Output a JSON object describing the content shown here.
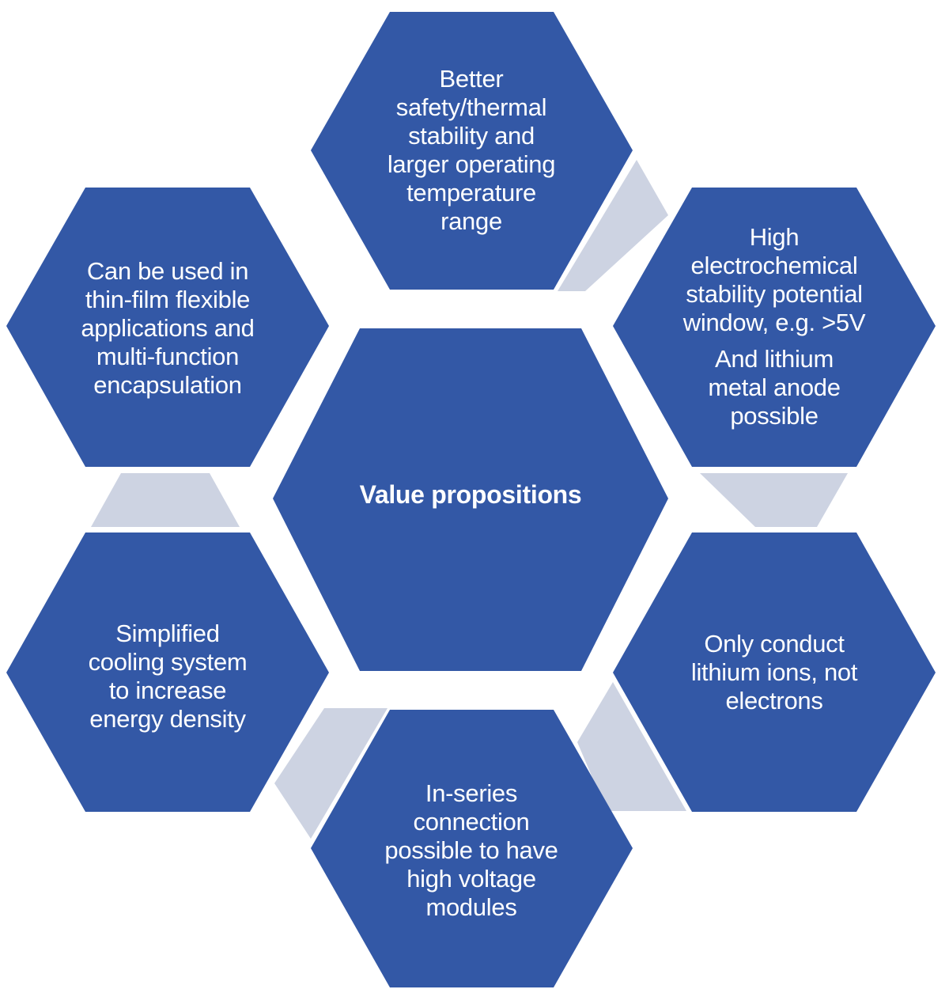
{
  "colors": {
    "hexagon_fill": "#3358a6",
    "connector_fill": "#cdd3e2",
    "text": "#ffffff"
  },
  "diagram": {
    "center": {
      "label": "Value propositions"
    },
    "hexagons": [
      {
        "id": "top",
        "paragraphs": [
          "Better\nsafety/thermal\nstability and\nlarger operating\ntemperature\nrange"
        ]
      },
      {
        "id": "top-right",
        "paragraphs": [
          "High\nelectrochemical\nstability potential\nwindow, e.g. >5V",
          "And lithium\nmetal anode\npossible"
        ]
      },
      {
        "id": "bottom-right",
        "paragraphs": [
          "Only conduct\nlithium ions, not\nelectrons"
        ]
      },
      {
        "id": "bottom",
        "paragraphs": [
          "In-series\nconnection\npossible to have\nhigh voltage\nmodules"
        ]
      },
      {
        "id": "bottom-left",
        "paragraphs": [
          "Simplified\ncooling system\nto increase\nenergy density"
        ]
      },
      {
        "id": "top-left",
        "paragraphs": [
          "Can be used in\nthin-film flexible\napplications and\nmulti-function\nencapsulation"
        ]
      }
    ]
  }
}
